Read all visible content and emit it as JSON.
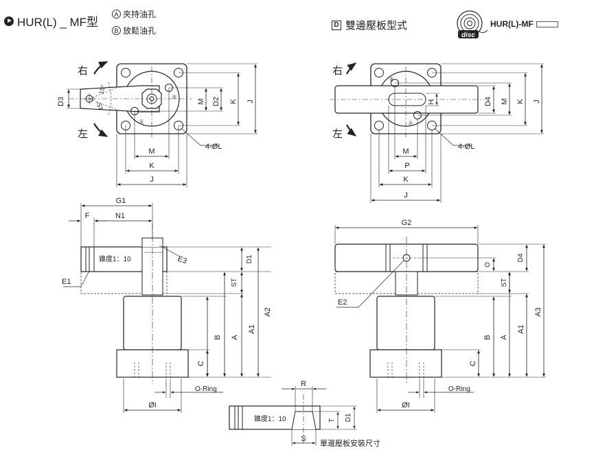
{
  "header": {
    "model": "HUR(L) _ MF型",
    "port_a_symbol": "A",
    "port_a_label": "夾持油孔",
    "port_b_symbol": "B",
    "port_b_label": "放鬆油孔",
    "design_symbol": "D",
    "design_title": "雙邊壓板型式",
    "logo_text": "disc",
    "model_code": "HUR(L)-MF"
  },
  "rotation": {
    "right": "右",
    "left": "左",
    "angle": "15°"
  },
  "dims": {
    "M": "M",
    "K": "K",
    "J": "J",
    "D2": "D2",
    "D3": "D3",
    "D4": "D4",
    "holes": "4-ØL",
    "P": "P",
    "H": "H",
    "G1": "G1",
    "G2": "G2",
    "N1": "N1",
    "F": "F",
    "E1": "E1",
    "E2": "E2",
    "E3": "E3",
    "D1": "D1",
    "ST": "ST",
    "A1": "A1",
    "A2": "A2",
    "A3": "A3",
    "A": "A",
    "B": "B",
    "C": "C",
    "O": "O",
    "T": "T",
    "R": "R",
    "S": "S",
    "I": "ØI",
    "oring": "O-Ring"
  },
  "notes": {
    "taper": "錐度1：10",
    "single_clamp": "單邊壓板安裝尺寸"
  }
}
